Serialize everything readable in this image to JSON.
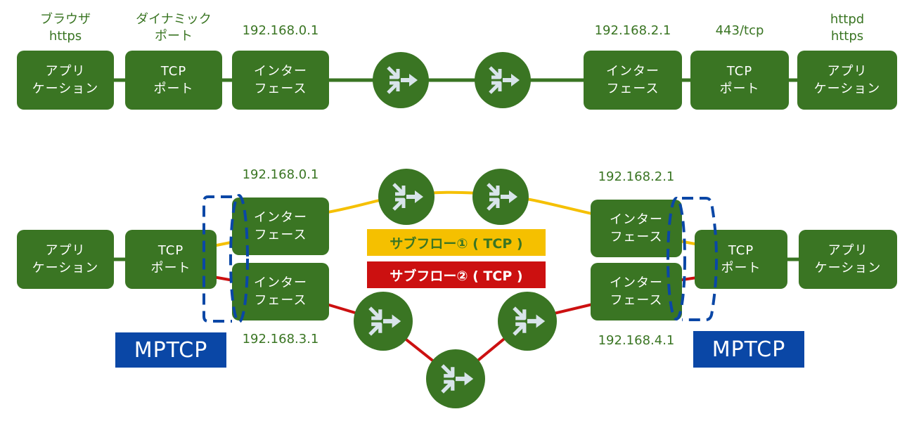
{
  "colors": {
    "node": "#3a7523",
    "node_text": "#ffffff",
    "label": "#3a7523",
    "line_green": "#3a7523",
    "line_yellow": "#f5c000",
    "line_red": "#cc1010",
    "subflow1_bg": "#f5c000",
    "subflow1_text": "#3a7523",
    "subflow2_bg": "#cc1010",
    "subflow2_text": "#ffffff",
    "mptcp_bg": "#0a47a6",
    "mptcp_text": "#ffffff",
    "dashed_outline": "#0a47a6",
    "router_arrows": "#d8e4ea"
  },
  "top": {
    "client_labels": {
      "app": [
        "ブラウザ",
        "https"
      ],
      "port": [
        "ダイナミック",
        "ポート"
      ],
      "ip": "192.168.0.1"
    },
    "server_labels": {
      "ip": "192.168.2.1",
      "port": "443/tcp",
      "app": [
        "httpd",
        "https"
      ]
    },
    "client": {
      "app": [
        "アプリ",
        "ケーション"
      ],
      "port": [
        "TCP",
        "ポート"
      ],
      "iface": [
        "インター",
        "フェース"
      ]
    },
    "server": {
      "iface": [
        "インター",
        "フェース"
      ],
      "port": [
        "TCP",
        "ポート"
      ],
      "app": [
        "アプリ",
        "ケーション"
      ]
    },
    "routers": [
      "router-icon",
      "router-icon"
    ]
  },
  "bottom": {
    "client": {
      "app": [
        "アプリ",
        "ケーション"
      ],
      "port": [
        "TCP",
        "ポート"
      ],
      "iface1": [
        "インター",
        "フェース"
      ],
      "iface2": [
        "インター",
        "フェース"
      ],
      "ip1": "192.168.0.1",
      "ip2": "192.168.3.1",
      "mptcp": "MPTCP"
    },
    "server": {
      "app": [
        "アプリ",
        "ケーション"
      ],
      "port": [
        "TCP",
        "ポート"
      ],
      "iface1": [
        "インター",
        "フェース"
      ],
      "iface2": [
        "インター",
        "フェース"
      ],
      "ip1": "192.168.2.1",
      "ip2": "192.168.4.1",
      "mptcp": "MPTCP"
    },
    "subflow1": "サブフロー① ( TCP )",
    "subflow2": "サブフロー② ( TCP )",
    "routers_yellow": [
      "router-icon",
      "router-icon"
    ],
    "routers_red": [
      "router-icon",
      "router-icon",
      "router-icon"
    ]
  }
}
